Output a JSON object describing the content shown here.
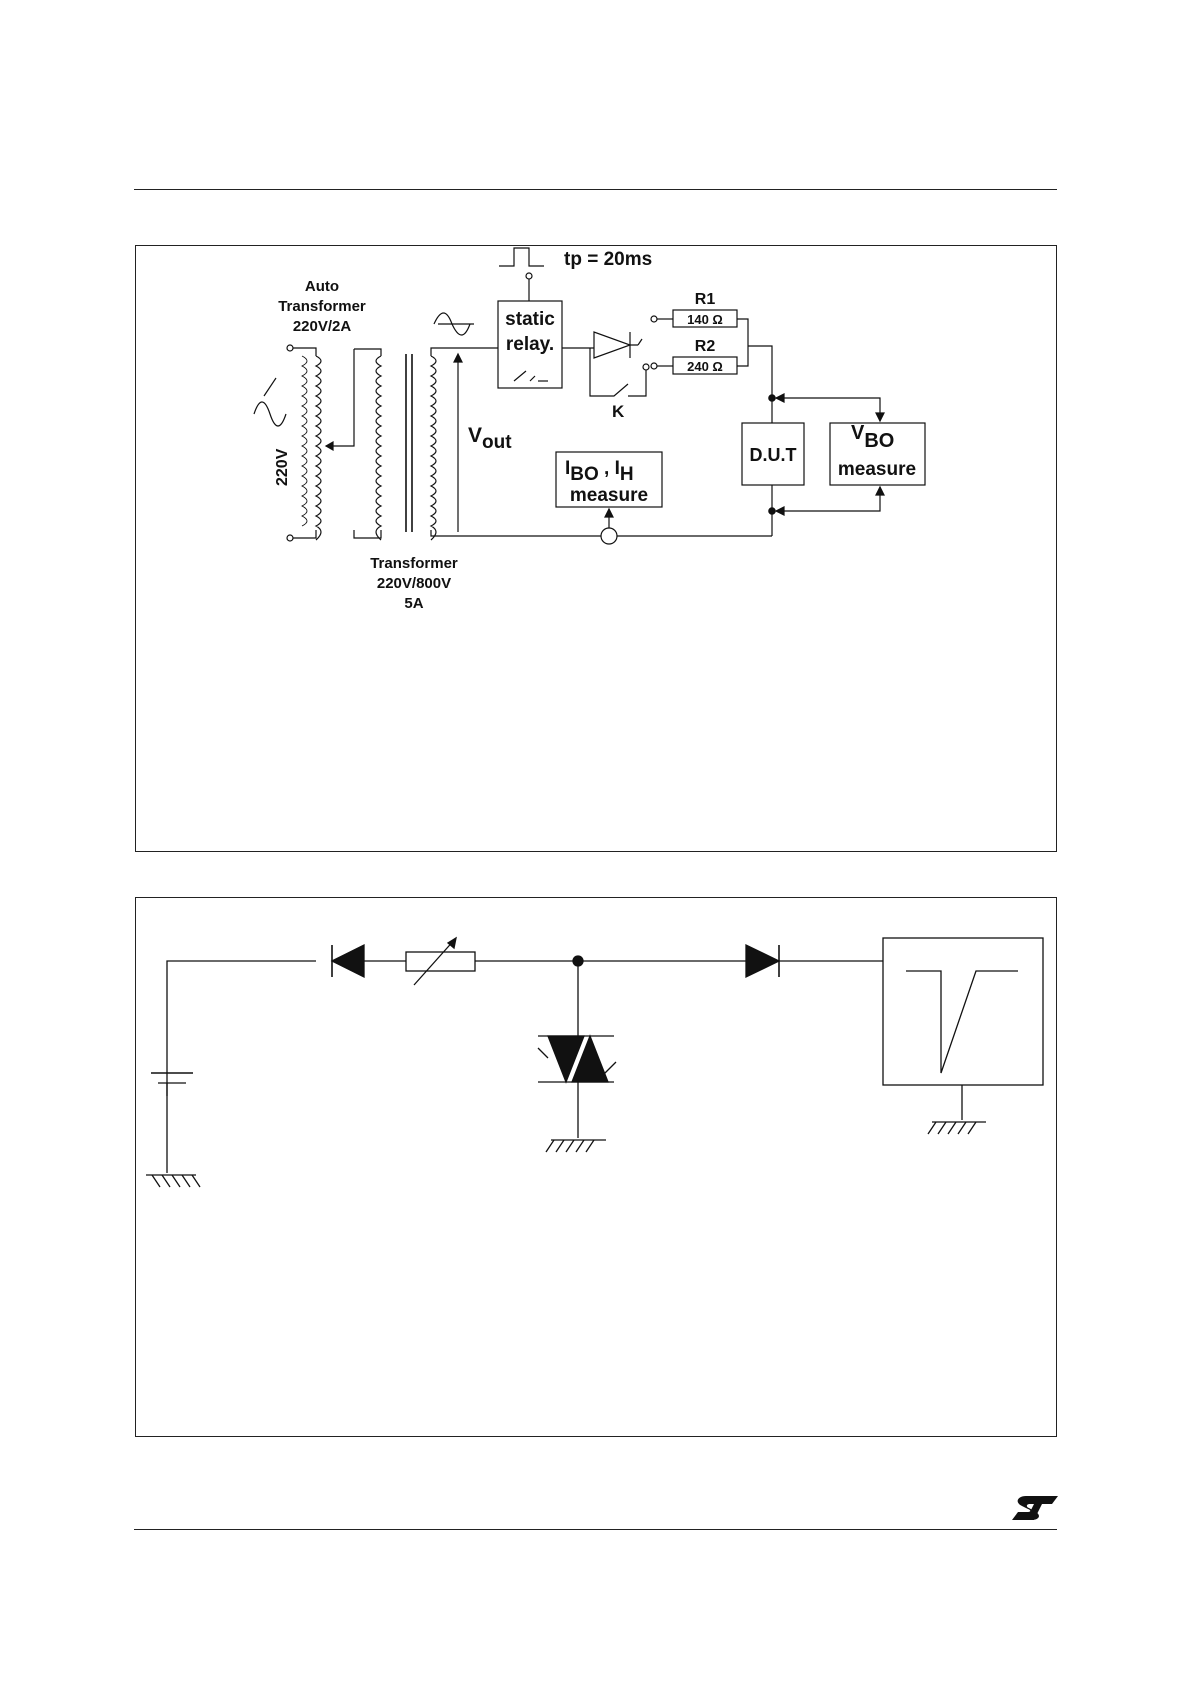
{
  "figure1": {
    "pulse_label": "tp = 20ms",
    "auto_transformer": [
      "Auto",
      "Transformer",
      "220V/2A"
    ],
    "supply_voltage": "220V",
    "transformer": [
      "Transformer",
      "220V/800V",
      "5A"
    ],
    "static_relay": [
      "static",
      "relay."
    ],
    "switch_label": "K",
    "r1": {
      "name": "R1",
      "value": "140 Ω"
    },
    "r2": {
      "name": "R2",
      "value": "240 Ω"
    },
    "vout": {
      "main": "V",
      "sub": "out"
    },
    "ibo_ih": {
      "i1": "I",
      "s1": "BO",
      "sep": " , ",
      "i2": "I",
      "s2": "H",
      "line2": "measure"
    },
    "dut": "D.U.T",
    "vbo": {
      "main": "V",
      "sub": "BO",
      "line2": "measure"
    }
  },
  "logo": {
    "name": "ST"
  }
}
